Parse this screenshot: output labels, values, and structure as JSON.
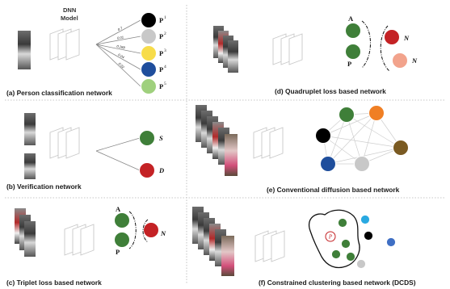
{
  "panel_a": {
    "dnn_title_line1": "DNN",
    "dnn_title_line2": "Model",
    "edge_probs": [
      "0.7",
      "0.01",
      "0.288",
      "0.04",
      "0.02"
    ],
    "class_labels": [
      "P",
      "P",
      "P",
      "P",
      "P"
    ],
    "class_sups": [
      "1",
      "2",
      "3",
      "4",
      "5"
    ],
    "class_colors": [
      "#000000",
      "#c8c8c8",
      "#f7dc4a",
      "#1f4e9c",
      "#9fd07d"
    ],
    "caption": "(a) Person classification network"
  },
  "panel_b": {
    "labels": [
      "S",
      "D"
    ],
    "colors": [
      "#3f7f39",
      "#c42225"
    ],
    "caption": "(b) Verification network"
  },
  "panel_c": {
    "anchor_label": "A",
    "positive_label": "P",
    "negative_label": "N",
    "colors": [
      "#3f7f39",
      "#c42225"
    ],
    "caption": "(c) Triplet loss based network"
  },
  "panel_d": {
    "anchor_label": "A",
    "positive_label": "P",
    "negative_labels": [
      "N",
      "N"
    ],
    "colors": [
      "#3f7f39",
      "#c42225",
      "#f2a38c"
    ],
    "caption": "(d) Quadruplet loss based network"
  },
  "panel_e": {
    "colors": [
      "#3f7f39",
      "#f07f24",
      "#000000",
      "#7a5a22",
      "#1f4e9c",
      "#c8c8c8"
    ],
    "caption": "(e) Conventional diffusion based network"
  },
  "panel_f": {
    "probe_label": "P",
    "colors": [
      "#3f7f39",
      "#29a9e1",
      "#000000",
      "#3f6fc4",
      "#c8c8c8",
      "#c42225"
    ],
    "caption": "(f) Constrained clustering based network (DCDS)"
  }
}
